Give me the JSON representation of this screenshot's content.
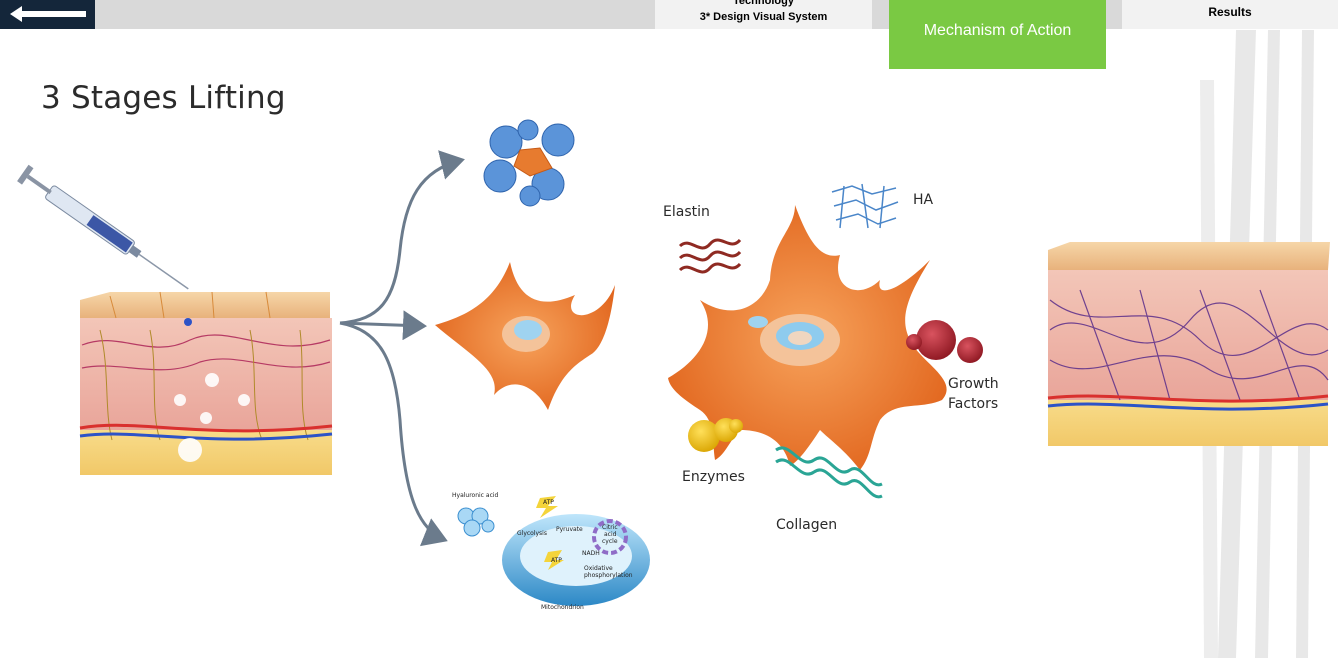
{
  "nav": {
    "back_icon": "arrow-left-icon",
    "tabs": {
      "technology_line1": "Technology",
      "technology_line2": "3* Design Visual System",
      "mechanism": "Mechanism of Action",
      "results": "Results"
    },
    "colors": {
      "topbar": "#d9d9d9",
      "back": "#14263a",
      "active_tab": "#7ac943"
    }
  },
  "page": {
    "title": "3 Stages Lifting"
  },
  "labels": {
    "elastin": "Elastin",
    "ha": "HA",
    "growth_factors_line1": "Growth",
    "growth_factors_line2": "Factors",
    "enzymes": "Enzymes",
    "collagen": "Collagen"
  },
  "mitochondria": {
    "hyaluronic_acid": "Hyaluronic acid",
    "atp_top": "ATP",
    "glycolysis": "Glycolysis",
    "pyruvate": "Pyruvate",
    "citric_line1": "Citric",
    "citric_line2": "acid",
    "citric_line3": "cycle",
    "nadh": "NADH",
    "atp_bottom": "ATP",
    "oxidative_line1": "Oxidative",
    "oxidative_line2": "phosphorylation",
    "mitochondrion": "Mitochondrion"
  }
}
